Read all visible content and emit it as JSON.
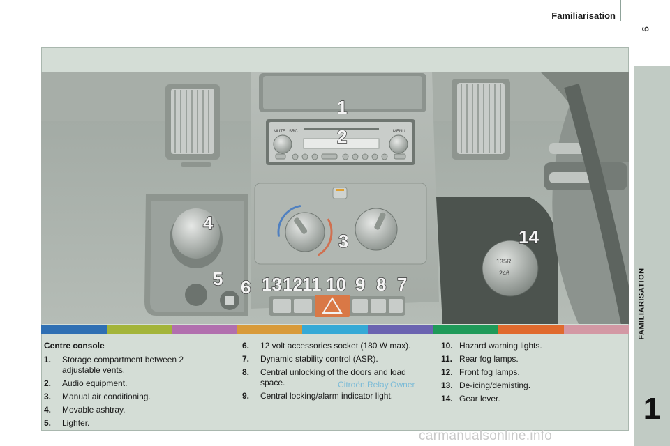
{
  "header": {
    "title": "Familiarisation",
    "page_number": "9"
  },
  "side_tab": {
    "label": "FAMILIARISATION",
    "chapter": "1"
  },
  "colors": {
    "panel": "#d4ddd6",
    "tab": "#c1cbc4",
    "callout_fill": "#f4f4f4",
    "callout_text": "#3a3a3a",
    "band": [
      "#2f6fb3",
      "#a3b43a",
      "#b16fae",
      "#d89a3a",
      "#35a9d6",
      "#6a63b0",
      "#1f9a59",
      "#e06a2e",
      "#d398a4"
    ]
  },
  "callouts": {
    "c1": "1",
    "c2": "2",
    "c3": "3",
    "c4": "4",
    "c5": "5",
    "c6": "6",
    "c7": "7",
    "c8": "8",
    "c9": "9",
    "c10": "10",
    "c11": "11",
    "c12": "12",
    "c13": "13",
    "c14": "14"
  },
  "photo_labels": {
    "radio_left": "MUTE",
    "radio_src": "SRC",
    "radio_right": "MENU",
    "gear": "135R",
    "gear2": "246"
  },
  "legend": {
    "heading": "Centre console",
    "col1": [
      {
        "num": "1.",
        "text": "Storage compartment between 2 adjustable vents."
      },
      {
        "num": "2.",
        "text": "Audio equipment."
      },
      {
        "num": "3.",
        "text": "Manual air conditioning."
      },
      {
        "num": "4.",
        "text": "Movable ashtray."
      },
      {
        "num": "5.",
        "text": "Lighter."
      }
    ],
    "col2": [
      {
        "num": "6.",
        "text": "12 volt accessories socket (180 W max)."
      },
      {
        "num": "7.",
        "text": "Dynamic stability control (ASR)."
      },
      {
        "num": "8.",
        "text": "Central unlocking of the doors and load space."
      },
      {
        "num": "9.",
        "text": "Central locking/alarm indicator light."
      }
    ],
    "col3": [
      {
        "num": "10.",
        "text": "Hazard warning lights."
      },
      {
        "num": "11.",
        "text": "Rear fog lamps."
      },
      {
        "num": "12.",
        "text": "Front fog lamps."
      },
      {
        "num": "13.",
        "text": "De-icing/demisting."
      },
      {
        "num": "14.",
        "text": "Gear lever."
      }
    ]
  },
  "watermarks": {
    "inline": "Citroën.Relay.Owner",
    "footer": "carmanualsonline.info"
  }
}
